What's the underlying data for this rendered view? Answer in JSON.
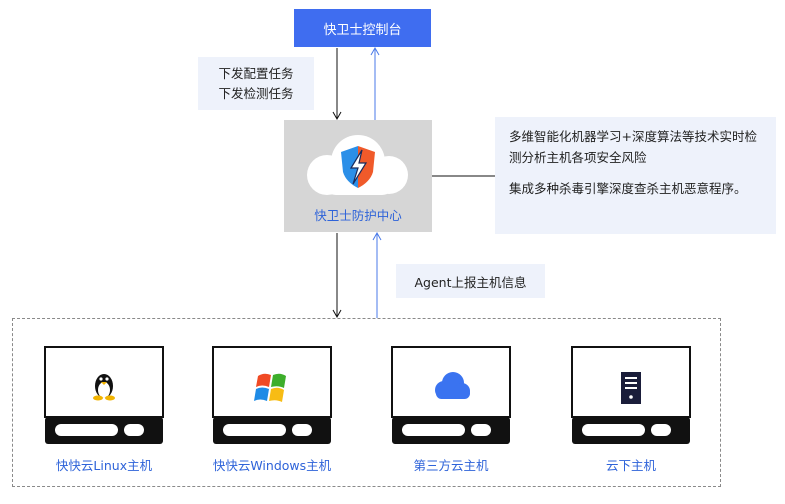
{
  "console": {
    "label": "快卫士控制台"
  },
  "tasks": {
    "line1": "下发配置任务",
    "line2": "下发检测任务"
  },
  "center": {
    "label": "快卫士防护中心"
  },
  "description": {
    "line1": "多维智能化机器学习+深度算法等技术实时检测分析主机各项安全风险",
    "line2": "集成多种杀毒引擎深度查杀主机恶意程序。"
  },
  "report": {
    "label": "Agent上报主机信息"
  },
  "hosts": [
    {
      "label": "快快云Linux主机",
      "icon": "linux-penguin-icon"
    },
    {
      "label": "快快云Windows主机",
      "icon": "windows-logo-icon"
    },
    {
      "label": "第三方云主机",
      "icon": "cloud-icon"
    },
    {
      "label": "云下主机",
      "icon": "server-tower-icon"
    }
  ],
  "colors": {
    "accent": "#3f6df0",
    "label_blue": "#2e63d9",
    "tag_bg": "#eef2fb",
    "node_gray": "#d6d6d6"
  }
}
